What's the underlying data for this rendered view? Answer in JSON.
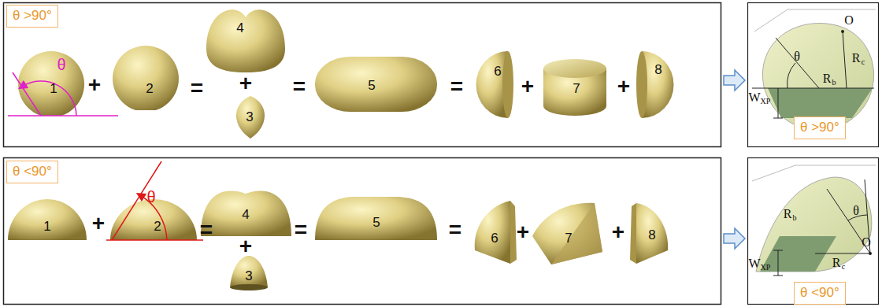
{
  "diagram": {
    "nodes": [
      {
        "text": [
          "θ >90°"
        ]
      },
      {
        "text": [
          "θ >90°"
        ]
      },
      {
        "text": [
          "θ <90°"
        ]
      },
      {
        "text": [
          "θ <90°"
        ]
      }
    ],
    "labels": [
      "θ",
      "1",
      "+",
      "2",
      "=",
      "4",
      "+",
      "3",
      "=",
      "5",
      "=",
      "6",
      "+",
      "7",
      "+",
      "8",
      "θ",
      "O",
      "R",
      "c",
      "R",
      "b",
      "W",
      "XP",
      "θ",
      "1",
      "+",
      "2",
      "=",
      "4",
      "+",
      "3",
      "=",
      "5",
      "=",
      "6",
      "+",
      "7",
      "+",
      "8",
      "θ",
      "R",
      "b",
      "O",
      "R",
      "c",
      "W",
      "XP"
    ]
  }
}
